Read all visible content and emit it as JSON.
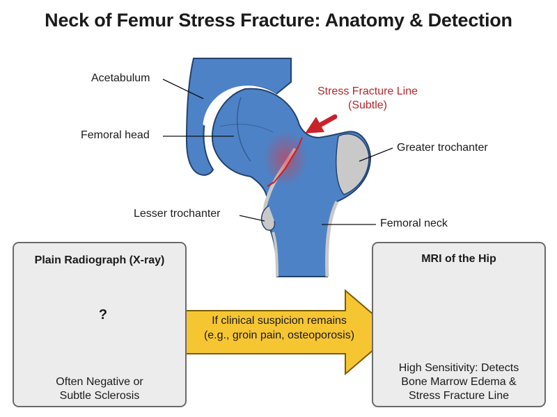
{
  "title": "Neck of Femur Stress Fracture: Anatomy & Detection",
  "labels": {
    "acetabulum": "Acetabulum",
    "femoral_head": "Femoral head",
    "lesser_trochanter": "Lesser trochanter",
    "greater_trochanter": "Greater trochanter",
    "femoral_neck": "Femoral neck",
    "fracture_line_1": "Stress Fracture Line",
    "fracture_line_2": "(Subtle)"
  },
  "xray_panel": {
    "title": "Plain Radiograph (X-ray)",
    "marker": "?",
    "caption_1": "Often Negative or",
    "caption_2": "Subtle Sclerosis"
  },
  "arrow": {
    "line_1": "If clinical suspicion remains",
    "line_2": "(e.g., groin pain, osteoporosis)"
  },
  "mri_panel": {
    "title": "MRI of the Hip",
    "caption_1": "High Sensitivity: Detects",
    "caption_2": "Bone Marrow Edema &",
    "caption_3": "Stress Fracture Line"
  },
  "colors": {
    "bone_blue": "#4d82c6",
    "bone_outline": "#23426e",
    "cortex_gray": "#c9c9c9",
    "fracture_red": "#c8232b",
    "arrow_yellow": "#f6c632",
    "panel_bg": "#ececec"
  }
}
